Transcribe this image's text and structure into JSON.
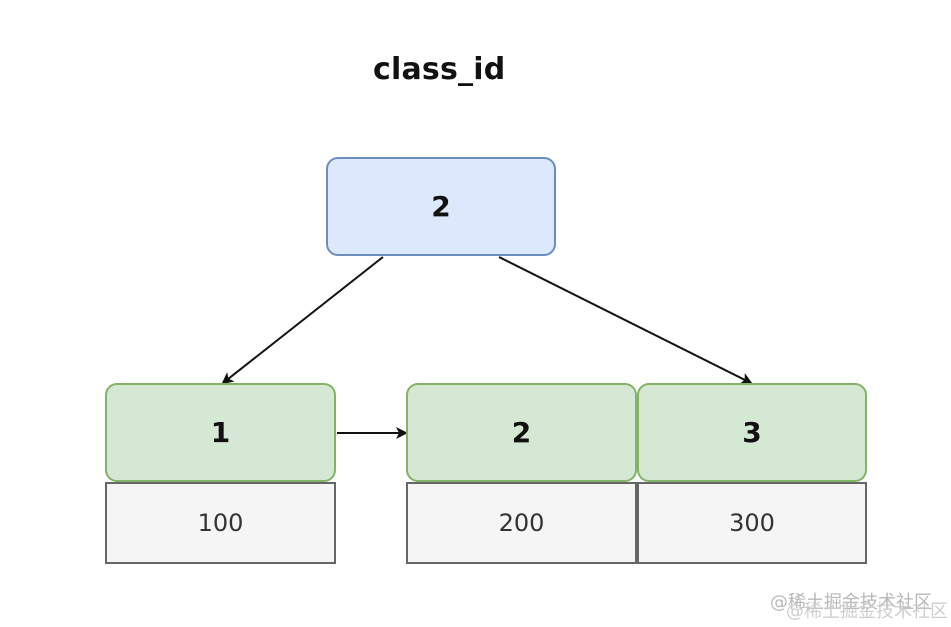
{
  "title": "class_id",
  "root_node": {
    "label": "2"
  },
  "leaf_nodes": [
    {
      "key": "1",
      "value": "100"
    },
    {
      "key": "2",
      "value": "200"
    },
    {
      "key": "3",
      "value": "300"
    }
  ],
  "watermark": {
    "text": "@稀土掘金技术社区"
  },
  "colors": {
    "root_fill": "#dce8fc",
    "root_border": "#6c8ebf",
    "leaf_fill": "#d5e8d4",
    "leaf_border": "#82b366",
    "value_fill": "#f5f5f5",
    "value_border": "#666666",
    "arrow": "#111111"
  }
}
